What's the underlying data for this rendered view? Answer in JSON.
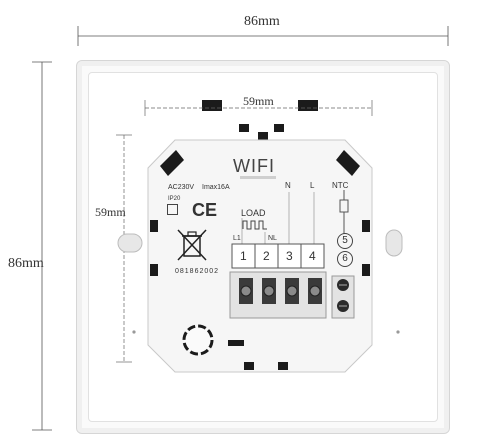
{
  "dimensions": {
    "overall_width": "86mm",
    "overall_height": "86mm",
    "mount_width": "59mm",
    "mount_height": "59mm"
  },
  "module": {
    "title": "WIFI",
    "voltage": "AC230V",
    "current": "Imax16A",
    "ip_rating": "IP20",
    "ce_mark": "CE",
    "serial": "081862002",
    "load_label": "LOAD",
    "terminal_labels": [
      "L1",
      "NL"
    ],
    "column_labels": [
      "N",
      "L"
    ],
    "ntc_label": "NTC",
    "terminals": [
      "1",
      "2",
      "3",
      "4"
    ],
    "sensor_terminals": [
      "5",
      "6"
    ]
  }
}
